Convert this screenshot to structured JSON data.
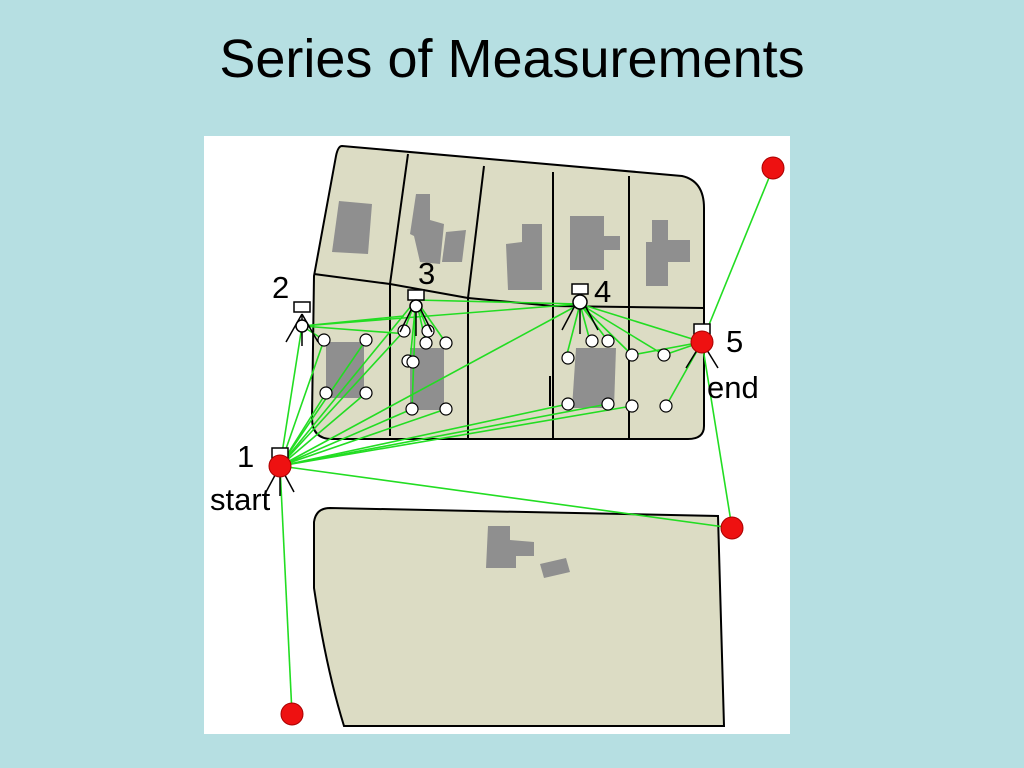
{
  "title": "Series of Measurements",
  "colors": {
    "background": "#b6dfe2",
    "parcel_fill": "#dcdcc4",
    "building_fill": "#8f8f8f",
    "measurement_line": "#22dd22",
    "control_point": "#ee1111"
  },
  "stations": [
    {
      "number": "1",
      "label": "start"
    },
    {
      "number": "2",
      "label": ""
    },
    {
      "number": "3",
      "label": ""
    },
    {
      "number": "4",
      "label": ""
    },
    {
      "number": "5",
      "label": "end"
    }
  ]
}
